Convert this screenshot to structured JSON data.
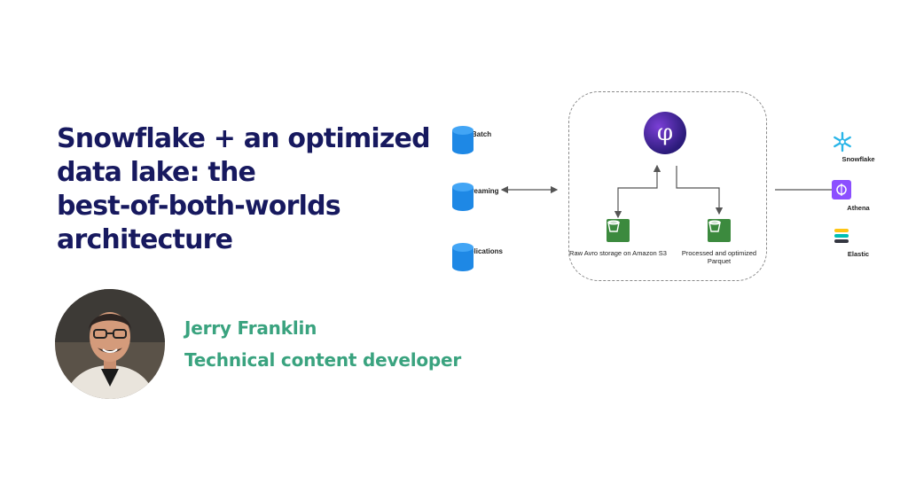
{
  "headline": {
    "line1": "Snowflake + an optimized",
    "line2": "data lake: the",
    "line3": "best-of-both-worlds",
    "line4": "architecture"
  },
  "author": {
    "name": "Jerry Franklin",
    "role": "Technical content developer"
  },
  "diagram": {
    "sources": [
      "Batch",
      "Streaming",
      "Applications"
    ],
    "storage": {
      "raw_label": "Raw Avro storage on Amazon S3",
      "processed_label": "Processed and optimized Parquet"
    },
    "destinations": [
      "Snowflake",
      "Athena",
      "Elastic"
    ],
    "icons": {
      "source": "database-cylinder-icon",
      "pipeline": "upsolver-phi-logo",
      "storage": "s3-bucket-icon"
    }
  },
  "colors": {
    "title": "#17195f",
    "accent": "#3aa37f",
    "db_blue": "#1e88e5",
    "bucket_green": "#3c8a3e",
    "logo_purple": "#5b2bb5"
  }
}
